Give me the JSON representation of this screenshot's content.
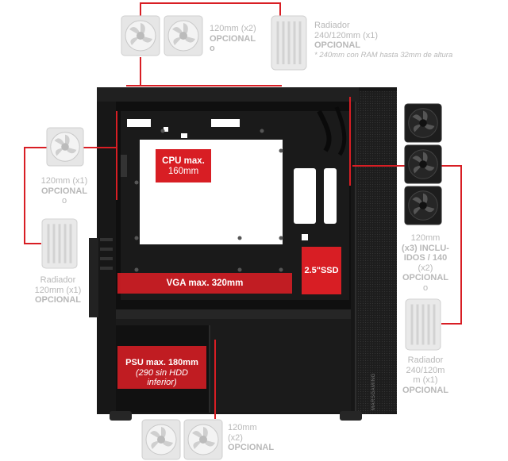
{
  "brand": "MARSGAMING",
  "labels": {
    "top_fans": [
      "120mm (x2)",
      "OPCIONAL",
      "o"
    ],
    "top_radiator": [
      "Radiador",
      "240/120mm (x1)",
      "OPCIONAL"
    ],
    "top_radiator_note": "* 240mm con RAM hasta 32mm de altura",
    "left_fan": [
      "120mm (x1)",
      "OPCIONAL",
      "o"
    ],
    "left_radiator": [
      "Radiador",
      "120mm (x1)",
      "OPCIONAL"
    ],
    "front_fans": [
      "120mm",
      "(x3) INCLU-",
      "IDOS / 140",
      "(x2)",
      "OPCIONAL",
      "o"
    ],
    "front_radiator": [
      "Radiador",
      "240/120m",
      "m (x1)",
      "OPCIONAL"
    ],
    "bottom_fans": [
      "120mm",
      "(x2)",
      "OPCIONAL"
    ]
  },
  "specs": {
    "cpu": [
      "CPU max.",
      "160mm"
    ],
    "vga": "VGA max. 320mm",
    "ssd": "2.5\"SSD",
    "psu": [
      "PSU max. 180mm",
      "(290 sin HDD",
      "inferior)"
    ]
  },
  "colors": {
    "accent": "#d81e24",
    "label_gray": "#b8b8b8",
    "case_dark": "#1c1c1c"
  }
}
